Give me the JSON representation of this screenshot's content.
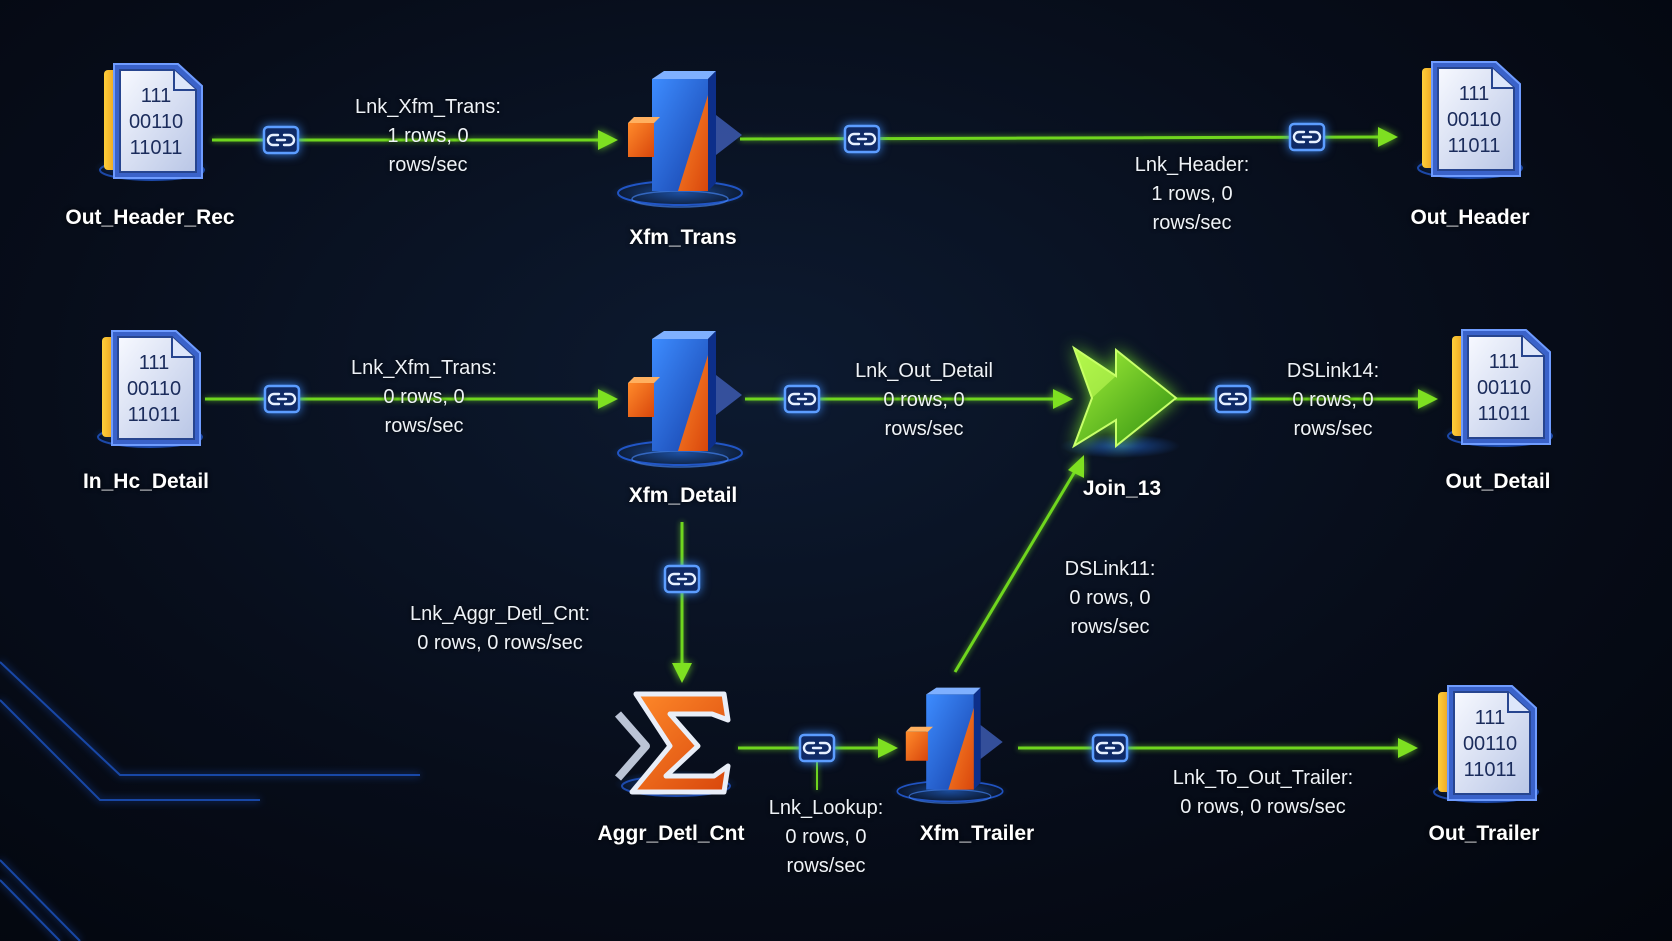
{
  "stages": {
    "out_header_rec": {
      "name": "Out_Header_Rec",
      "icon": "sequential-file-icon"
    },
    "xfm_trans": {
      "name": "Xfm_Trans",
      "icon": "transformer-icon"
    },
    "out_header": {
      "name": "Out_Header",
      "icon": "sequential-file-icon"
    },
    "in_hc_detail": {
      "name": "In_Hc_Detail",
      "icon": "sequential-file-icon"
    },
    "xfm_detail": {
      "name": "Xfm_Detail",
      "icon": "transformer-icon"
    },
    "join_13": {
      "name": "Join_13",
      "icon": "join-icon"
    },
    "out_detail": {
      "name": "Out_Detail",
      "icon": "sequential-file-icon"
    },
    "aggr_detl_cnt": {
      "name": "Aggr_Detl_Cnt",
      "icon": "aggregator-sigma-icon"
    },
    "xfm_trailer": {
      "name": "Xfm_Trailer",
      "icon": "transformer-icon"
    },
    "out_trailer": {
      "name": "Out_Trailer",
      "icon": "sequential-file-icon"
    }
  },
  "file_icon_text": {
    "line1": "111",
    "line2": "00110",
    "line3": "11011"
  },
  "links": {
    "lnk_xfm_trans_top": {
      "lines": [
        "Lnk_Xfm_Trans:",
        "1 rows, 0",
        "rows/sec"
      ]
    },
    "lnk_header": {
      "lines": [
        "Lnk_Header:",
        "1 rows, 0",
        "rows/sec"
      ]
    },
    "lnk_xfm_trans_mid": {
      "lines": [
        "Lnk_Xfm_Trans:",
        "0 rows, 0",
        "rows/sec"
      ]
    },
    "lnk_out_detail": {
      "lines": [
        "Lnk_Out_Detail",
        "0 rows, 0",
        "rows/sec"
      ]
    },
    "dslink14": {
      "lines": [
        "DSLink14:",
        "0 rows, 0",
        "rows/sec"
      ]
    },
    "lnk_aggr_detl_cnt": {
      "lines": [
        "Lnk_Aggr_Detl_Cnt:",
        "0 rows, 0 rows/sec"
      ]
    },
    "dslink11": {
      "lines": [
        "DSLink11:",
        "0 rows, 0",
        "rows/sec"
      ]
    },
    "lnk_lookup": {
      "lines": [
        "Lnk_Lookup:",
        "0 rows, 0",
        "rows/sec"
      ]
    },
    "lnk_to_out_trailer": {
      "lines": [
        "Lnk_To_Out_Trailer:",
        "0 rows, 0 rows/sec"
      ]
    }
  },
  "colors": {
    "background": "#070d1a",
    "link_wire": "#6fd61e",
    "link_connector": "#5c9dff",
    "transformer_blue": "#1f63d8",
    "transformer_orange": "#f06a1a",
    "join_green": "#5fc41c",
    "file_yellow": "#f2b01e"
  }
}
